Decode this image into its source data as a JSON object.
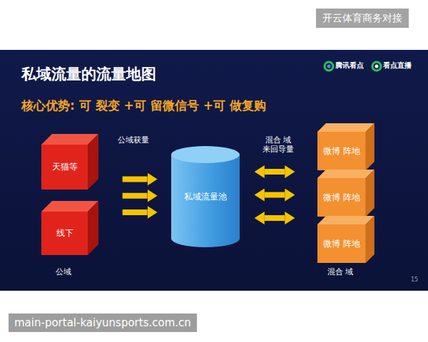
{
  "diagram": {
    "title": "私域流量的流量地图",
    "nodes": [
      {
        "text": [
          "天猫等"
        ]
      },
      {
        "text": [
          "线下"
        ]
      },
      {
        "text": [
          "私域流量池"
        ]
      },
      {
        "text": [
          "微博 阵地"
        ]
      },
      {
        "text": [
          "微博 阵地"
        ]
      },
      {
        "text": [
          "微博 阵地"
        ]
      }
    ],
    "edges": [
      {
        "from": 0,
        "to": 2,
        "arrow": "to"
      },
      {
        "from": 1,
        "to": 2,
        "arrow": "to"
      },
      {
        "from": 2,
        "to": 3,
        "arrow": "both"
      },
      {
        "from": 2,
        "to": 4,
        "arrow": "both"
      },
      {
        "from": 2,
        "to": 5,
        "arrow": "both"
      }
    ],
    "labels": [
      "开云体育商务对接",
      "腾讯看点",
      "看点直播",
      "核心优势: 可 裂变 +可 留微信号 +可 做复购",
      "公域获量",
      "混合 域 来回导量",
      "公域",
      "混合 域",
      "15",
      "main-portal-kaiyunsports.com.cn"
    ]
  }
}
